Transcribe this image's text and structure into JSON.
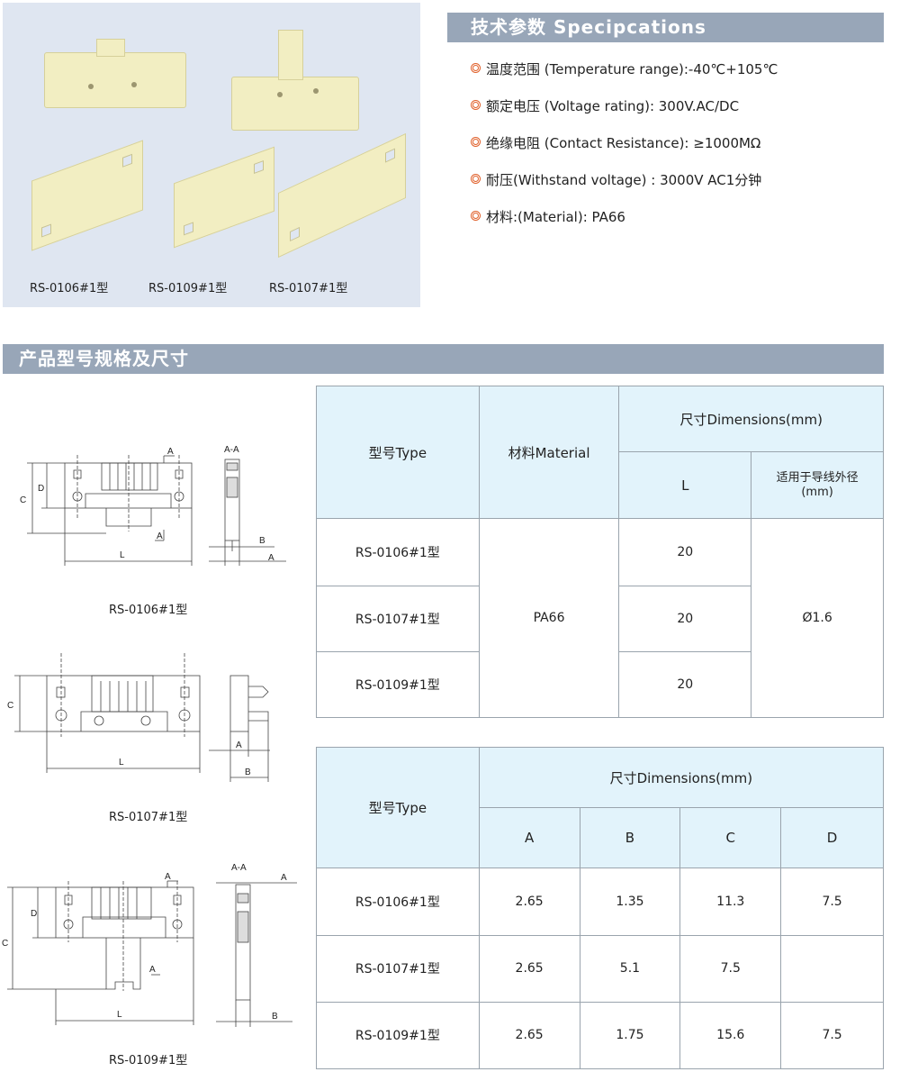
{
  "photo": {
    "labels": [
      "RS-0106#1型",
      "RS-0109#1型",
      "RS-0107#1型"
    ]
  },
  "spec_section": {
    "title": "技术参数 Specipcations",
    "items": [
      "温度范围 (Temperature range):-40℃+105℃",
      "额定电压 (Voltage rating):  300V.AC/DC",
      "绝缘电阻 (Contact Resistance):  ≥1000MΩ",
      "耐压(Withstand voltage) :  3000V  AC1分钟",
      "材料:(Material): PA66"
    ]
  },
  "product_section": {
    "title": "产品型号规格及尺寸"
  },
  "drawings": {
    "d1": {
      "name": "RS-0106#1型",
      "section": "A-A",
      "dims": [
        "A",
        "C",
        "D",
        "A",
        "L",
        "B",
        "A"
      ]
    },
    "d2": {
      "name": "RS-0107#1型",
      "dims": [
        "C",
        "L",
        "A",
        "B"
      ]
    },
    "d3": {
      "name": "RS-0109#1型",
      "section": "A-A",
      "dims": [
        "A",
        "D",
        "C",
        "A",
        "L",
        "A",
        "B"
      ]
    }
  },
  "table1": {
    "h_type": "型号Type",
    "h_material": "材料Material",
    "h_dims": "尺寸Dimensions(mm)",
    "h_L": "L",
    "h_wire_line1": "适用于导线外径",
    "h_wire_line2": "(mm)",
    "material": "PA66",
    "wire": "Ø1.6",
    "rows": [
      {
        "type": "RS-0106#1型",
        "L": "20"
      },
      {
        "type": "RS-0107#1型",
        "L": "20"
      },
      {
        "type": "RS-0109#1型",
        "L": "20"
      }
    ]
  },
  "table2": {
    "h_type": "型号Type",
    "h_dims": "尺寸Dimensions(mm)",
    "cols": [
      "A",
      "B",
      "C",
      "D"
    ],
    "rows": [
      {
        "type": "RS-0106#1型",
        "A": "2.65",
        "B": "1.35",
        "C": "11.3",
        "D": "7.5"
      },
      {
        "type": "RS-0107#1型",
        "A": "2.65",
        "B": "5.1",
        "C": "7.5",
        "D": ""
      },
      {
        "type": "RS-0109#1型",
        "A": "2.65",
        "B": "1.75",
        "C": "15.6",
        "D": "7.5"
      }
    ]
  },
  "colors": {
    "header_bar": "#98a6b8",
    "table_header": "#e2f3fb",
    "bullet": "#e0602a",
    "photo_bg": "#dfe6f1"
  }
}
